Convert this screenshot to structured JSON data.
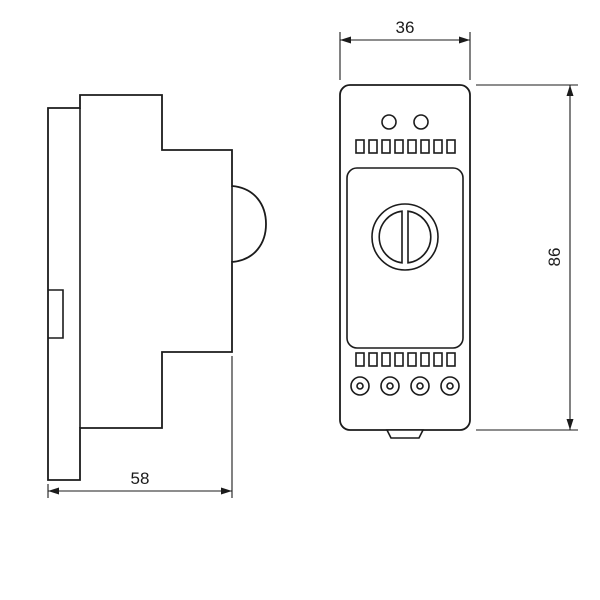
{
  "drawing": {
    "front_view": {
      "width_dim": "36",
      "height_dim": "86"
    },
    "side_view": {
      "depth_dim": "58"
    },
    "colors": {
      "line": "#1b1b1b",
      "background": "#ffffff"
    }
  }
}
